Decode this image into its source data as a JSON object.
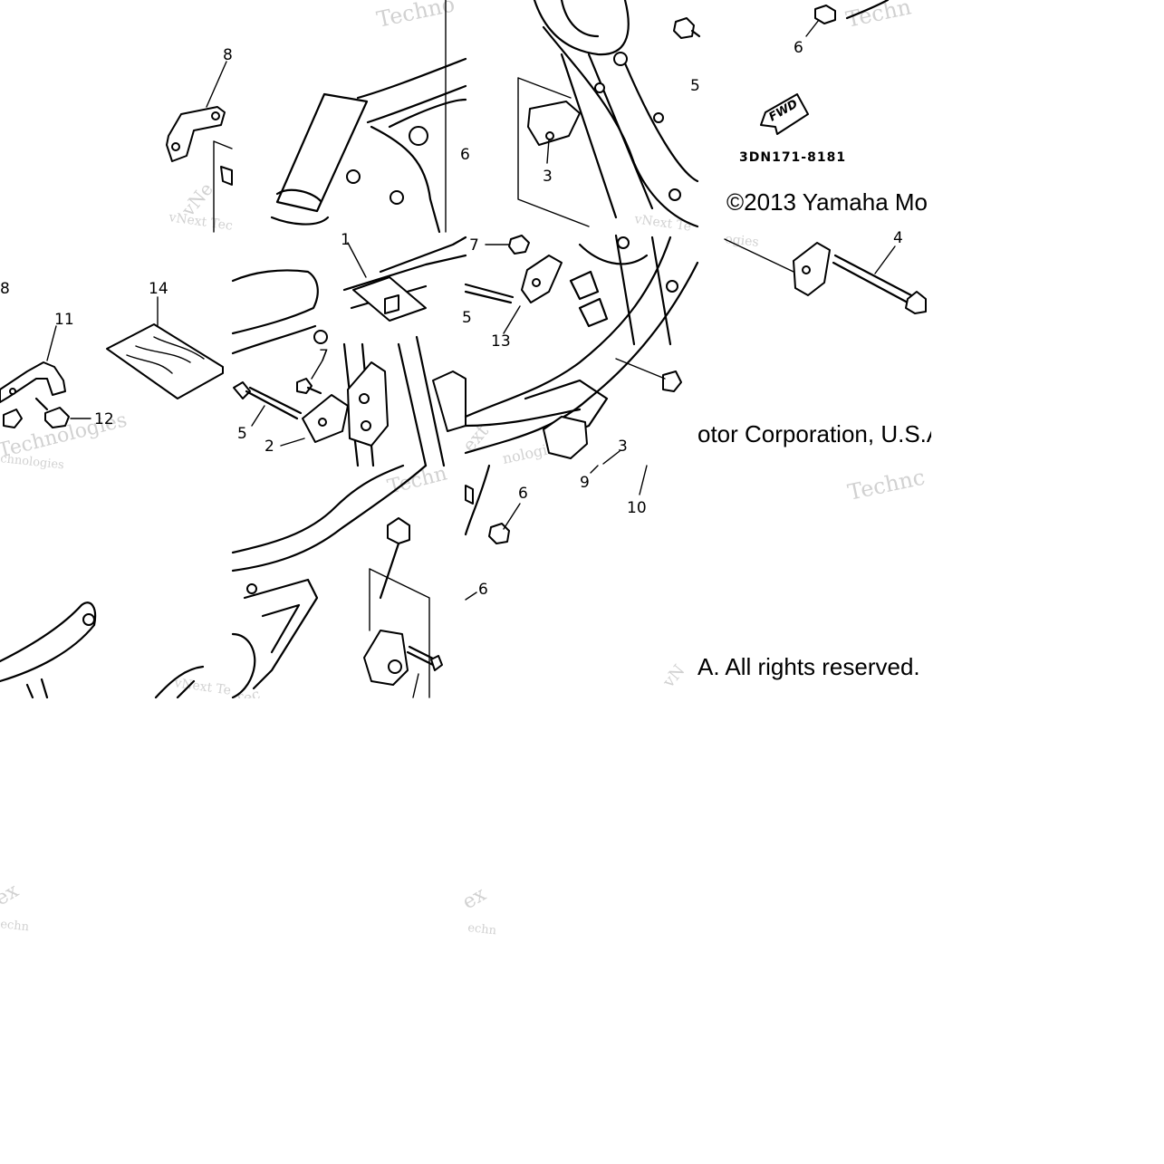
{
  "diagram": {
    "part_code": "3DN171-8181",
    "direction_label": "FWD",
    "copyright_fragments": [
      "©2013 Yamaha Mo",
      "otor Corporation, U.S.A",
      "A. All rights reserved."
    ],
    "watermark_fragments": [
      "Techno",
      "Techn",
      "vNext Tec",
      "vNext Te",
      "Technologies",
      "chnologies",
      "vNe",
      "ext",
      "Techn",
      "Technc",
      "vNext Te",
      "ex",
      "echn",
      "ex",
      "echn",
      "nologies",
      "ogies",
      "Tec",
      "vN"
    ],
    "callouts": [
      {
        "label": "8"
      },
      {
        "label": "6"
      },
      {
        "label": "5"
      },
      {
        "label": "3"
      },
      {
        "label": "6"
      },
      {
        "label": "4"
      },
      {
        "label": "8"
      },
      {
        "label": "11"
      },
      {
        "label": "14"
      },
      {
        "label": "12"
      },
      {
        "label": "1"
      },
      {
        "label": "7"
      },
      {
        "label": "5"
      },
      {
        "label": "2"
      },
      {
        "label": "7"
      },
      {
        "label": "5"
      },
      {
        "label": "13"
      },
      {
        "label": "3"
      },
      {
        "label": "9"
      },
      {
        "label": "10"
      },
      {
        "label": "6"
      },
      {
        "label": "6"
      }
    ]
  }
}
